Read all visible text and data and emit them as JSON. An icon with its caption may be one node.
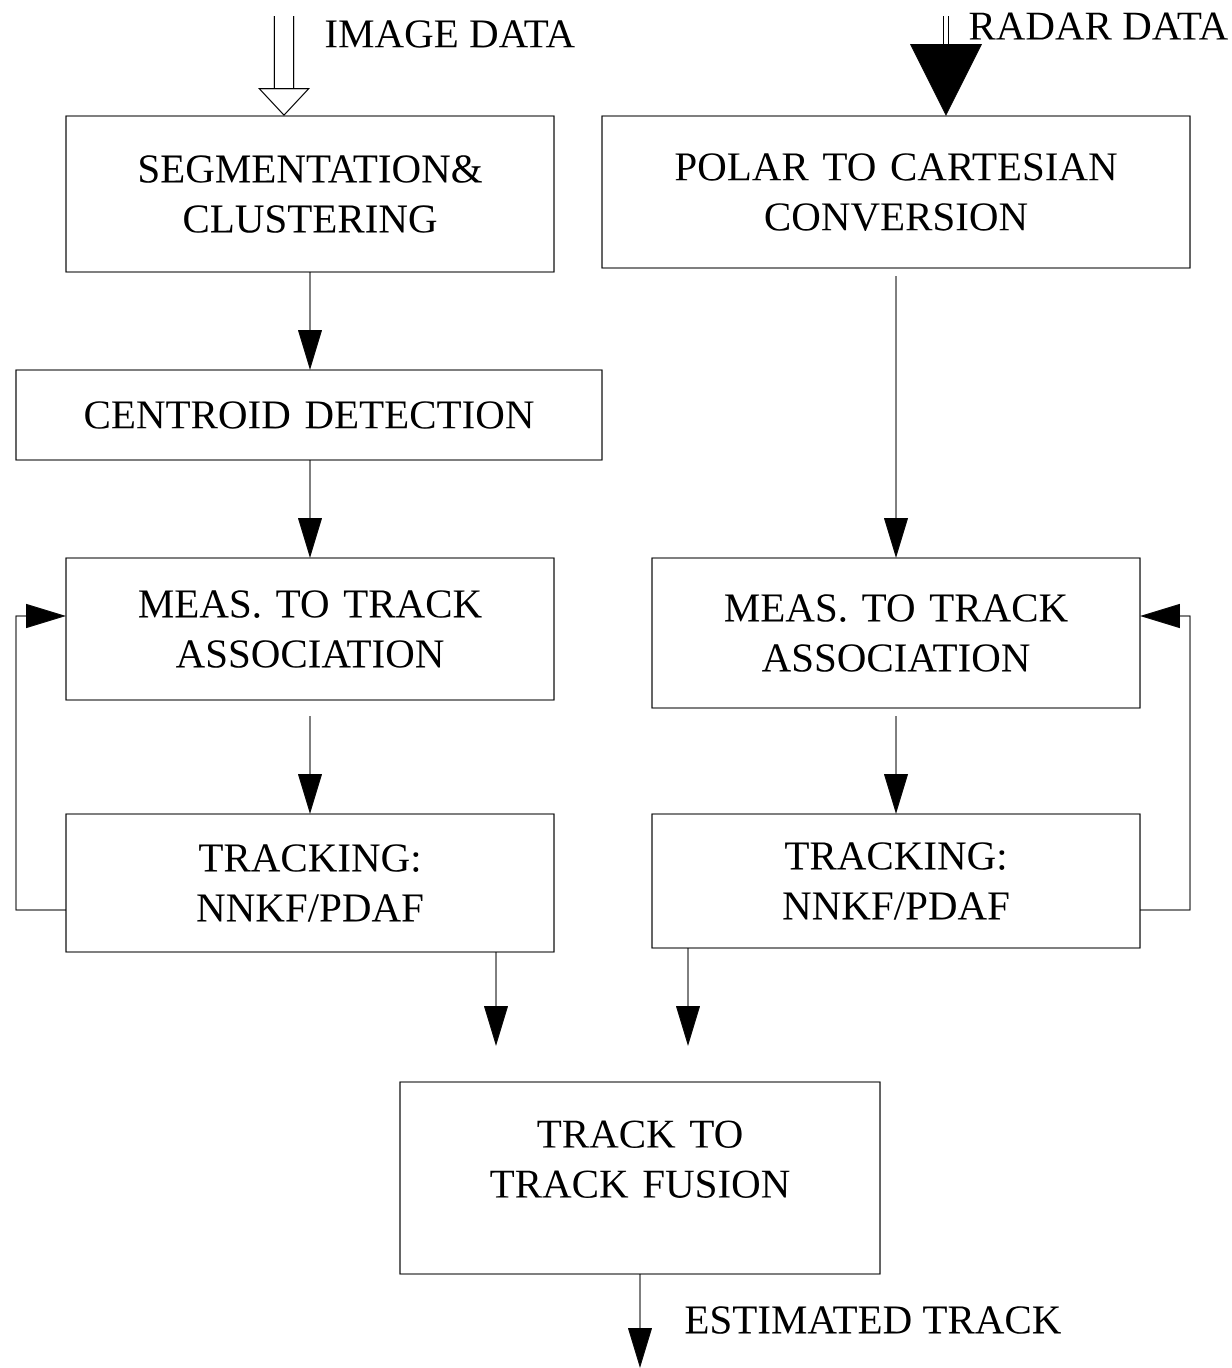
{
  "diagram": {
    "nodes": [
      {
        "text": [
          "SEGMENTATION& CLUSTERING"
        ]
      },
      {
        "text": [
          "POLAR TO CARTESIAN CONVERSION"
        ]
      },
      {
        "text": [
          "CENTROID DETECTION"
        ]
      },
      {
        "text": [
          "MEAS. TO TRACK ASSOCIATION"
        ]
      },
      {
        "text": [
          "MEAS. TO TRACK ASSOCIATION"
        ]
      },
      {
        "text": [
          "TRACKING: NNKF/PDAF"
        ]
      },
      {
        "text": [
          "TRACKING: NNKF/PDAF"
        ]
      },
      {
        "text": [
          "TRACK TO TRACK FUSION"
        ]
      }
    ],
    "edges": [
      {
        "from": null,
        "to": 0,
        "arrow": "to",
        "label": "IMAGE DATA",
        "style": "thick"
      },
      {
        "from": null,
        "to": 1,
        "arrow": "to",
        "label": "RADAR DATA",
        "style": "thick"
      },
      {
        "from": 0,
        "to": 2,
        "arrow": "to"
      },
      {
        "from": 2,
        "to": 3,
        "arrow": "to"
      },
      {
        "from": 3,
        "to": 5,
        "arrow": "to"
      },
      {
        "from": 5,
        "to": 3,
        "arrow": "to"
      },
      {
        "from": 1,
        "to": 4,
        "arrow": "to"
      },
      {
        "from": 4,
        "to": 6,
        "arrow": "to"
      },
      {
        "from": 6,
        "to": 4,
        "arrow": "to"
      },
      {
        "from": 5,
        "to": 7,
        "arrow": "to"
      },
      {
        "from": 6,
        "to": 7,
        "arrow": "to"
      },
      {
        "from": 7,
        "to": null,
        "arrow": "to",
        "label": "ESTIMATED TRACK"
      }
    ]
  }
}
